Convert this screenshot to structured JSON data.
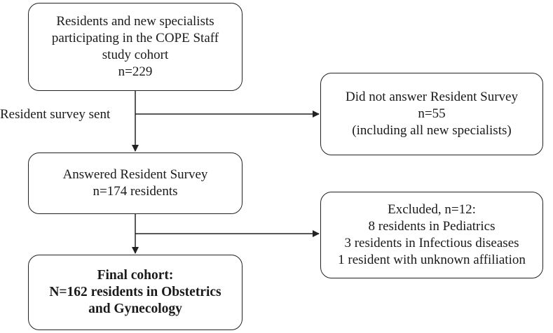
{
  "boxes": {
    "cohort": {
      "lines": [
        "Residents and new specialists",
        "participating in the COPE Staff",
        "study cohort",
        "n=229"
      ]
    },
    "no_answer": {
      "lines": [
        "Did not answer Resident Survey",
        "n=55",
        "(including all new specialists)"
      ]
    },
    "answered": {
      "lines": [
        "Answered Resident Survey",
        "n=174 residents"
      ]
    },
    "excluded": {
      "lines": [
        "Excluded, n=12:",
        "8 residents in Pediatrics",
        "3 residents in Infectious diseases",
        "1 resident with unknown affiliation"
      ]
    },
    "final": {
      "lines": [
        "Final cohort:",
        "N=162 residents in Obstetrics",
        "and Gynecology"
      ]
    }
  },
  "labels": {
    "survey_sent": "Resident survey sent"
  },
  "colors": {
    "line": "#222222",
    "text": "#1a1a1a",
    "background": "#ffffff"
  }
}
